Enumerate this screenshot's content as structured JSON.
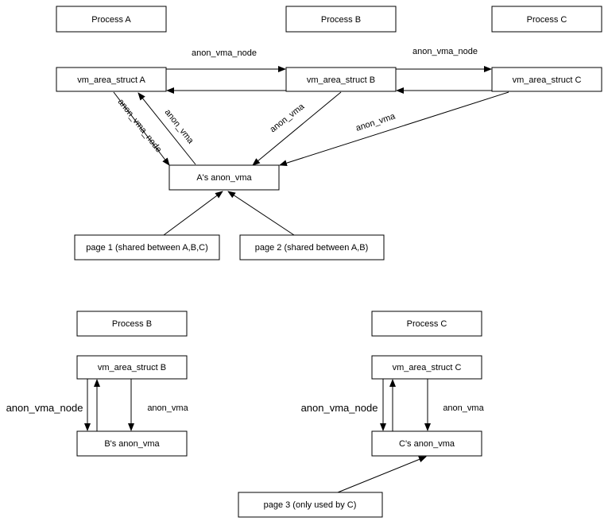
{
  "nodes": {
    "process_a": "Process A",
    "process_b": "Process B",
    "process_c": "Process C",
    "vma_a": "vm_area_struct A",
    "vma_b": "vm_area_struct B",
    "vma_c": "vm_area_struct C",
    "a_anon_vma": "A's anon_vma",
    "page1": "page 1 (shared between A,B,C)",
    "page2": "page 2 (shared between A,B)",
    "process_b2": "Process B",
    "vma_b2": "vm_area_struct B",
    "b_anon_vma": "B's anon_vma",
    "process_c2": "Process C",
    "vma_c2": "vm_area_struct C",
    "c_anon_vma": "C's anon_vma",
    "page3": "page 3 (only used by C)"
  },
  "edge_labels": {
    "ab_node": "anon_vma_node",
    "bc_node": "anon_vma_node",
    "a_node_diag": "anon_vma_node",
    "a_vma_diag": "anon_vma",
    "b_vma_diag": "anon_vma",
    "c_vma_diag": "anon_vma",
    "b2_node": "anon_vma_node",
    "b2_vma": "anon_vma",
    "c2_node": "anon_vma_node",
    "c2_vma": "anon_vma"
  },
  "colors": {
    "stroke": "#000000",
    "fill": "#ffffff"
  }
}
